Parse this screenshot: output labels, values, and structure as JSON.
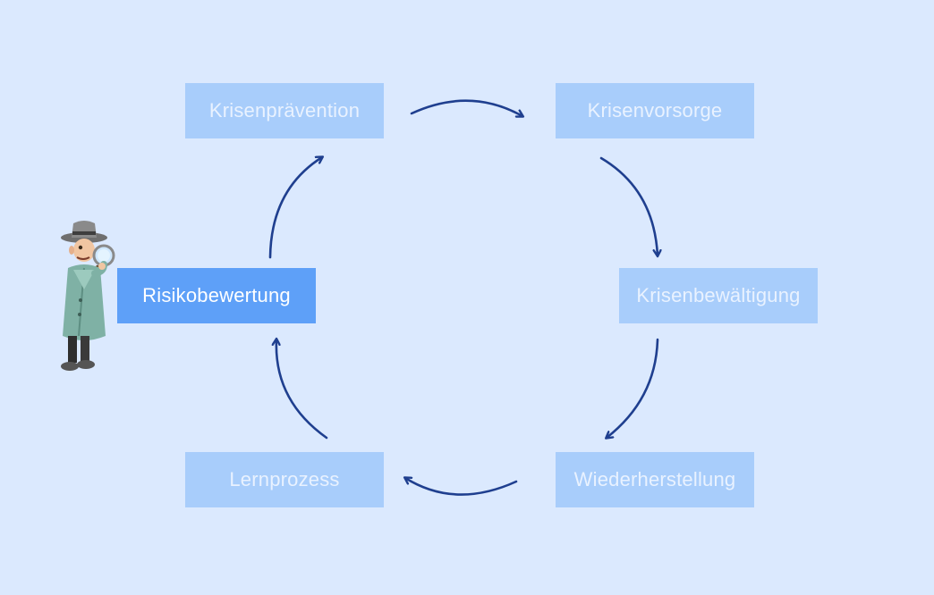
{
  "diagram": {
    "nodes": {
      "prevention": "Krisenprävention",
      "vorsorge": "Krisenvorsorge",
      "bewaeltigung": "Krisenbewältigung",
      "wiederherstellung": "Wiederherstellung",
      "lernprozess": "Lernprozess",
      "risikobewertung": "Risikobewertung"
    },
    "active_node": "risikobewertung",
    "colors": {
      "background": "#dbe9fe",
      "node": "#a8cdfb",
      "node_active": "#5ea0f8",
      "node_text": "#e9f2ff",
      "arrow": "#1f3f8f"
    },
    "illustration": "detective-with-magnifying-glass"
  }
}
